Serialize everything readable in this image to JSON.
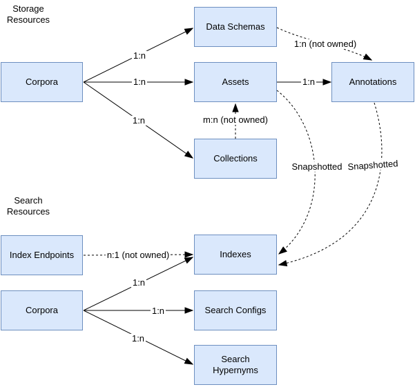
{
  "diagram": {
    "type": "entity-relationship",
    "colors": {
      "node_fill": "#dae8fc",
      "node_border": "#6c8ebf",
      "edge_line": "#000000",
      "background": "#ffffff",
      "text": "#000000"
    },
    "sections": [
      {
        "id": "storage",
        "text": "Storage\nResources"
      },
      {
        "id": "search",
        "text": "Search\nResources"
      }
    ],
    "nodes": [
      {
        "id": "storage-corpora",
        "label": "Corpora"
      },
      {
        "id": "data-schemas",
        "label": "Data Schemas"
      },
      {
        "id": "assets",
        "label": "Assets"
      },
      {
        "id": "annotations",
        "label": "Annotations"
      },
      {
        "id": "collections",
        "label": "Collections"
      },
      {
        "id": "index-endpoints",
        "label": "Index Endpoints"
      },
      {
        "id": "search-corpora",
        "label": "Corpora"
      },
      {
        "id": "indexes",
        "label": "Indexes"
      },
      {
        "id": "search-configs",
        "label": "Search Configs"
      },
      {
        "id": "search-hypernyms",
        "label": "Search\nHypernyms"
      }
    ],
    "edges": [
      {
        "from": "storage-corpora",
        "to": "data-schemas",
        "label": "1:n",
        "style": "solid"
      },
      {
        "from": "storage-corpora",
        "to": "assets",
        "label": "1:n",
        "style": "solid"
      },
      {
        "from": "storage-corpora",
        "to": "collections",
        "label": "1:n",
        "style": "solid"
      },
      {
        "from": "assets",
        "to": "annotations",
        "label": "1:n",
        "style": "solid"
      },
      {
        "from": "data-schemas",
        "to": "annotations",
        "label": "1:n (not owned)",
        "style": "dashed"
      },
      {
        "from": "collections",
        "to": "assets",
        "label": "m:n (not owned)",
        "style": "dashed"
      },
      {
        "from": "assets",
        "to": "indexes",
        "label": "Snapshotted",
        "style": "dashed"
      },
      {
        "from": "annotations",
        "to": "indexes",
        "label": "Snapshotted",
        "style": "dashed"
      },
      {
        "from": "index-endpoints",
        "to": "indexes",
        "label": "n:1 (not owned)",
        "style": "dashed"
      },
      {
        "from": "search-corpora",
        "to": "indexes",
        "label": "1:n",
        "style": "solid"
      },
      {
        "from": "search-corpora",
        "to": "search-configs",
        "label": "1:n",
        "style": "solid"
      },
      {
        "from": "search-corpora",
        "to": "search-hypernyms",
        "label": "1:n",
        "style": "solid"
      }
    ]
  }
}
